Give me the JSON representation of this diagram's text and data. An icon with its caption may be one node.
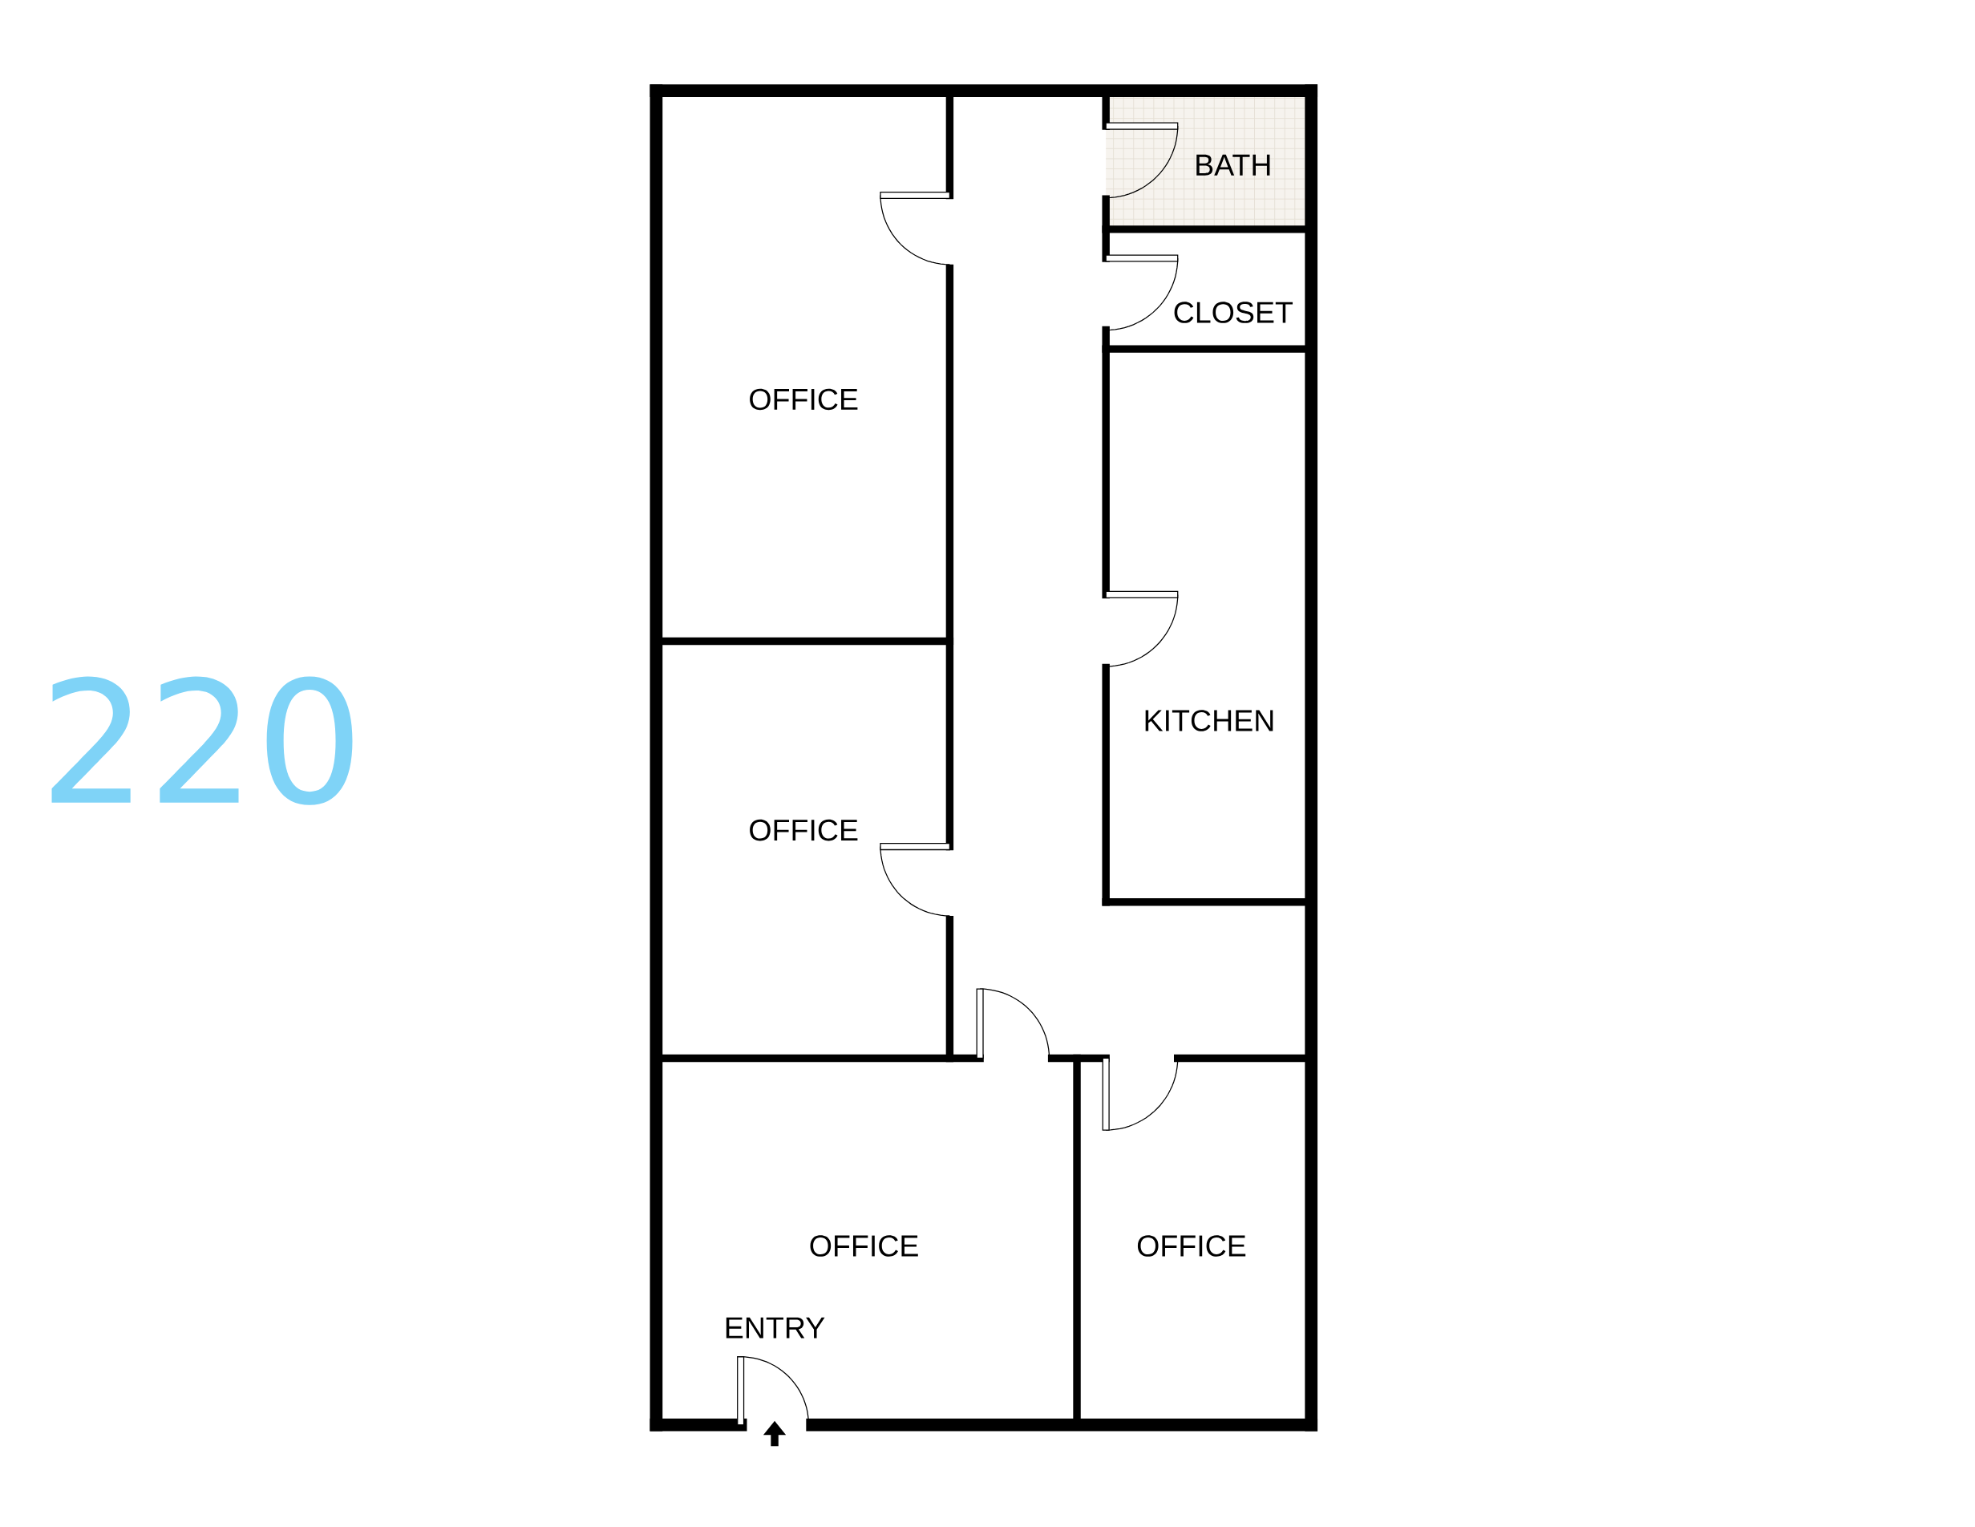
{
  "diagram": {
    "nodes": [
      {
        "text": [
          "OFFICE"
        ]
      },
      {
        "text": [
          "OFFICE"
        ]
      },
      {
        "text": [
          "BATH"
        ]
      },
      {
        "text": [
          "CLOSET"
        ]
      },
      {
        "text": [
          "KITCHEN"
        ]
      },
      {
        "text": [
          "OFFICE"
        ]
      },
      {
        "text": [
          "OFFICE"
        ]
      }
    ],
    "labels": [
      "220",
      "ENTRY"
    ]
  }
}
